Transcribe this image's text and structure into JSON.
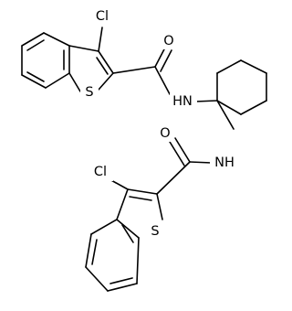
{
  "atoms": {
    "cl_top": "Cl",
    "o_top": "O",
    "s_top": "S",
    "nh_top": "HN",
    "o_bottom": "O",
    "nh_bottom": "NH",
    "cl_bottom": "Cl",
    "s_bottom": "S"
  }
}
